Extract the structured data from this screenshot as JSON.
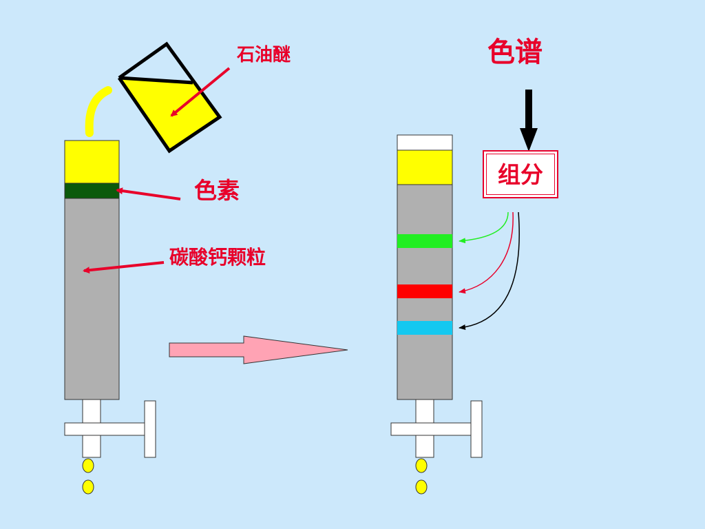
{
  "labels": {
    "solvent": "石油醚",
    "pigment": "色素",
    "adsorbent": "碳酸钙颗粒",
    "chromatogram": "色谱",
    "component": "组分"
  },
  "colors": {
    "background": "#cce8fb",
    "label_red": "#e8002a",
    "solvent_yellow": "#ffff00",
    "pigment_dark_green": "#0b5a0b",
    "column_gray": "#b0b0b0",
    "band_green": "#22ee22",
    "band_red": "#ff0000",
    "band_cyan": "#14c8f0",
    "process_arrow_pink": "#ffa3b4"
  },
  "icons": {
    "beaker": "tilted-beaker-pouring",
    "process_arrow": "right-arrow",
    "downward_arrow": "down-arrow"
  }
}
